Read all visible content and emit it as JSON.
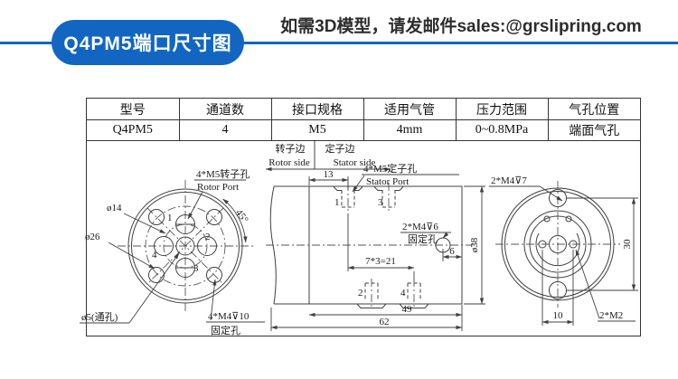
{
  "colors": {
    "accent": "#1266c2"
  },
  "header": {
    "badge_label": "Q4PM5端口尺寸图",
    "note": "如需3D模型，请发邮件sales:@grslipring.com"
  },
  "spec_table": {
    "headers": [
      "型号",
      "通道数",
      "接口规格",
      "适用气管",
      "压力范围",
      "气孔位置"
    ],
    "row": [
      "Q4PM5",
      "4",
      "M5",
      "4mm",
      "0~0.8MPa",
      "端面气孔"
    ]
  },
  "drawing": {
    "orientation": {
      "rotor_cn": "转子边",
      "stator_cn": "定子边",
      "rotor_en": "Rotor side",
      "stator_en": "Stator side"
    },
    "front_view": {
      "dia_port_circle": "ø14",
      "dia_bolt_circle": "ø26",
      "dia_center_hole": "ø5(通孔)",
      "port_label_cn": "4*M5转子孔",
      "port_label_en": "Rotor Port",
      "angle_label": "45°",
      "fix_label": "4*M4⊽10",
      "fix_sub": "固定孔",
      "n1": "1",
      "n2": "2",
      "n3": "3",
      "n4": "4"
    },
    "side_view": {
      "port_label_cn": "4*M5定子孔",
      "port_label_en": "Stator Port",
      "dim_13": "13",
      "dim_pitch": "7*3=21",
      "dim_49": "49",
      "dim_62": "62",
      "dim_6": "6",
      "dim_dia": "ø38",
      "fix_label": "2*M4⊽6",
      "fix_sub": "固定孔",
      "n1": "1",
      "n2": "2",
      "n3": "3",
      "n4": "4"
    },
    "end_view": {
      "fix_label": "2*M4⊽7",
      "dim_30": "30",
      "dim_10": "10",
      "m2_label": "2*M2"
    }
  }
}
